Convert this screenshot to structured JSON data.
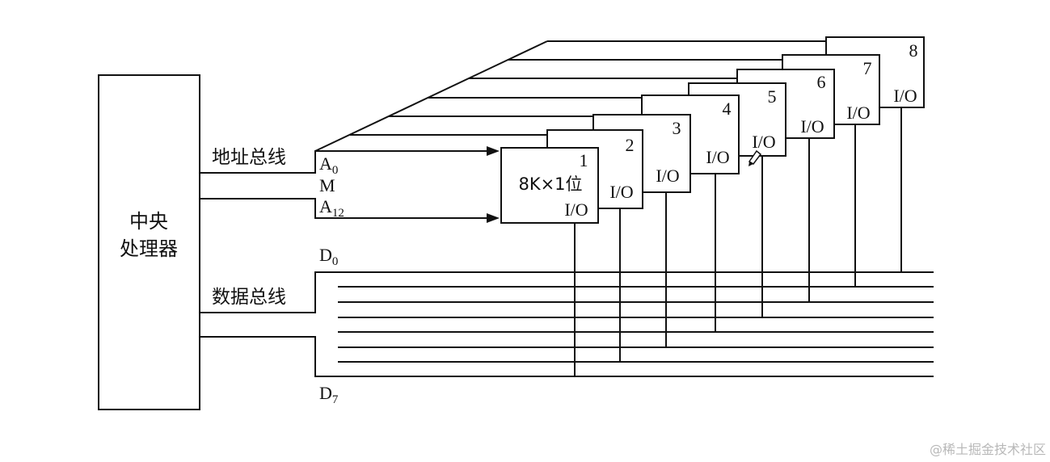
{
  "cpu": {
    "line1": "中央",
    "line2": "处理器"
  },
  "address_bus": {
    "label": "地址总线",
    "a0": "A",
    "a0_sub": "0",
    "mid": "M",
    "a12": "A",
    "a12_sub": "12"
  },
  "data_bus": {
    "label": "数据总线",
    "d0": "D",
    "d0_sub": "0",
    "d7": "D",
    "d7_sub": "7"
  },
  "chips": [
    {
      "number": "1",
      "size": "8K×1位",
      "io": "I/O"
    },
    {
      "number": "2",
      "io": "I/O"
    },
    {
      "number": "3",
      "io": "I/O"
    },
    {
      "number": "4",
      "io": "I/O"
    },
    {
      "number": "5",
      "io": "I/O"
    },
    {
      "number": "6",
      "io": "I/O"
    },
    {
      "number": "7",
      "io": "I/O"
    },
    {
      "number": "8",
      "io": "I/O"
    }
  ],
  "watermark": "@稀土掘金技术社区"
}
